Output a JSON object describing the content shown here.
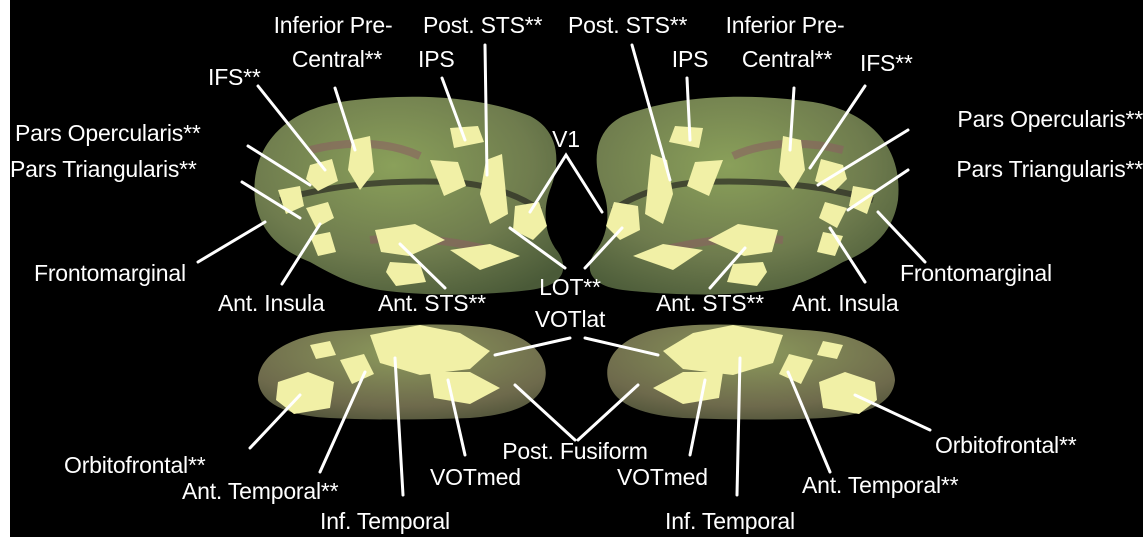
{
  "colors": {
    "background": "#000000",
    "cortex_gyri": "#6f8a4a",
    "cortex_sulci": "#8a6060",
    "roi_fill": "#f1f0a6",
    "label_text": "#ffffff",
    "leader_line": "#ffffff"
  },
  "labels": {
    "left": {
      "inferior_precentral_1": "Inferior Pre-",
      "inferior_precentral_2": "Central**",
      "post_sts": "Post. STS**",
      "ips": "IPS",
      "ifs": "IFS**",
      "pars_opercularis": "Pars Opercularis**",
      "pars_triangularis": "Pars Triangularis**",
      "frontomarginal": "Frontomarginal",
      "ant_insula": "Ant. Insula",
      "ant_sts": "Ant. STS**",
      "orbitofrontal": "Orbitofrontal**",
      "ant_temporal": "Ant. Temporal**",
      "inf_temporal": "Inf. Temporal",
      "votmed": "VOTmed"
    },
    "right": {
      "inferior_precentral_1": "Inferior Pre-",
      "inferior_precentral_2": "Central**",
      "post_sts": "Post. STS**",
      "ips": "IPS",
      "ifs": "IFS**",
      "pars_opercularis": "Pars Opercularis**",
      "pars_triangularis": "Pars Triangularis**",
      "frontomarginal": "Frontomarginal",
      "ant_insula": "Ant. Insula",
      "ant_sts": "Ant. STS**",
      "orbitofrontal": "Orbitofrontal**",
      "ant_temporal": "Ant. Temporal**",
      "inf_temporal": "Inf. Temporal",
      "votmed": "VOTmed"
    },
    "center": {
      "v1": "V1",
      "lot": "LOT**",
      "votlat": "VOTlat",
      "post_fusiform": "Post. Fusiform"
    }
  }
}
